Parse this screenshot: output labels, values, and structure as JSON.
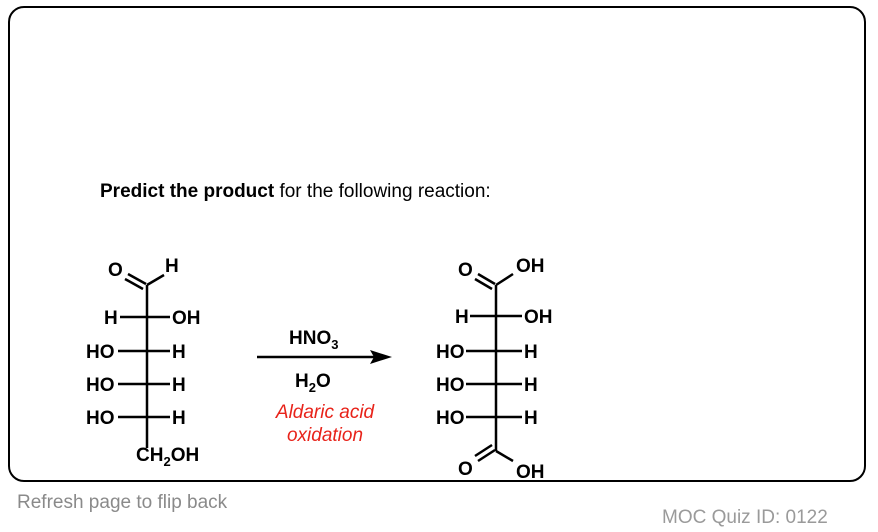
{
  "question": {
    "bold": "Predict the product",
    "rest": " for the following reaction:"
  },
  "reactant": {
    "top_o": "O",
    "top_h": "H",
    "row1": {
      "left": "H",
      "right": "OH"
    },
    "row2": {
      "left": "HO",
      "right": "H"
    },
    "row3": {
      "left": "HO",
      "right": "H"
    },
    "row4": {
      "left": "HO",
      "right": "H"
    },
    "bottom_ch": "CH",
    "bottom_sub": "2",
    "bottom_oh": "OH"
  },
  "conditions": {
    "reagent_main": "HNO",
    "reagent_sub": "3",
    "solvent_h": "H",
    "solvent_sub": "2",
    "solvent_o": "O",
    "note_line1": "Aldaric acid",
    "note_line2": "oxidation"
  },
  "product": {
    "top_o": "O",
    "top_oh": "OH",
    "row1": {
      "left": "H",
      "right": "OH"
    },
    "row2": {
      "left": "HO",
      "right": "H"
    },
    "row3": {
      "left": "HO",
      "right": "H"
    },
    "row4": {
      "left": "HO",
      "right": "H"
    },
    "bottom_o": "O",
    "bottom_oh": "OH"
  },
  "footer": {
    "refresh": "Refresh page to flip back",
    "quiz_id": "MOC Quiz ID: 0122"
  },
  "colors": {
    "note": "#e8231a",
    "footer": "#8a8a8a"
  }
}
